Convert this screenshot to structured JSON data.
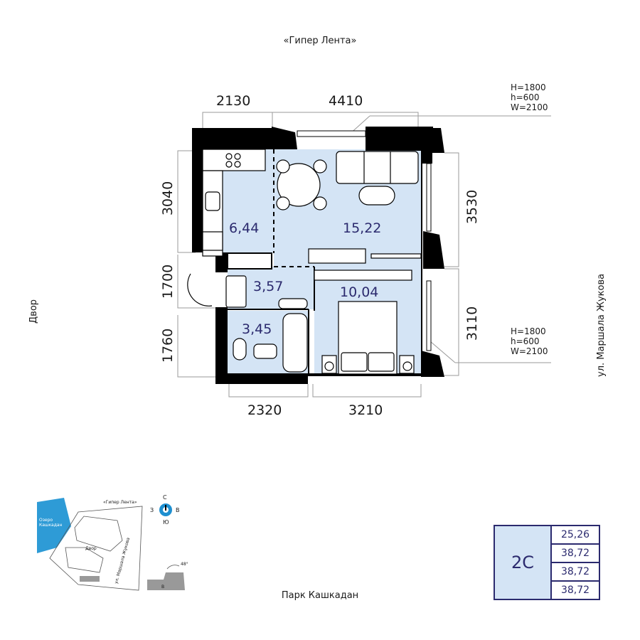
{
  "streets": {
    "top": "«Гипер Лента»",
    "bottom": "Парк Кашкадан",
    "left": "Двор",
    "right": "ул. Маршала Жукова"
  },
  "dimensions": {
    "top_left": "2130",
    "top_right": "4410",
    "left_upper": "3040",
    "left_middle": "1700",
    "left_lower": "1760",
    "right_upper": "3530",
    "right_lower": "3110",
    "bottom_left": "2320",
    "bottom_right": "3210"
  },
  "windows": {
    "top": {
      "H": "H=1800",
      "h": "h=600",
      "W": "W=2100"
    },
    "bottom": {
      "H": "H=1800",
      "h": "h=600",
      "W": "W=2100"
    }
  },
  "rooms": {
    "kitchen": "6,44",
    "living": "15,22",
    "hall": "3,57",
    "bedroom": "10,04",
    "bathroom": "3,45"
  },
  "apartment": {
    "type": "2С",
    "areas": [
      "25,26",
      "38,72",
      "38,72",
      "38,72"
    ]
  },
  "site_plan": {
    "lake": "Озеро Кашкадан",
    "street_top": "«Гипер Лента»",
    "yard": "Двор",
    "street_side": "ул. Маршала Жукова",
    "angle": "48°",
    "section": "В"
  },
  "compass": {
    "n": "С",
    "s": "Ю",
    "w": "З",
    "e": "В"
  },
  "colors": {
    "room_fill": "#d4e4f5",
    "accent": "#2b2a6e",
    "compass": "#1e8fd0",
    "lake": "#2e9bd6",
    "wall": "#000000"
  }
}
